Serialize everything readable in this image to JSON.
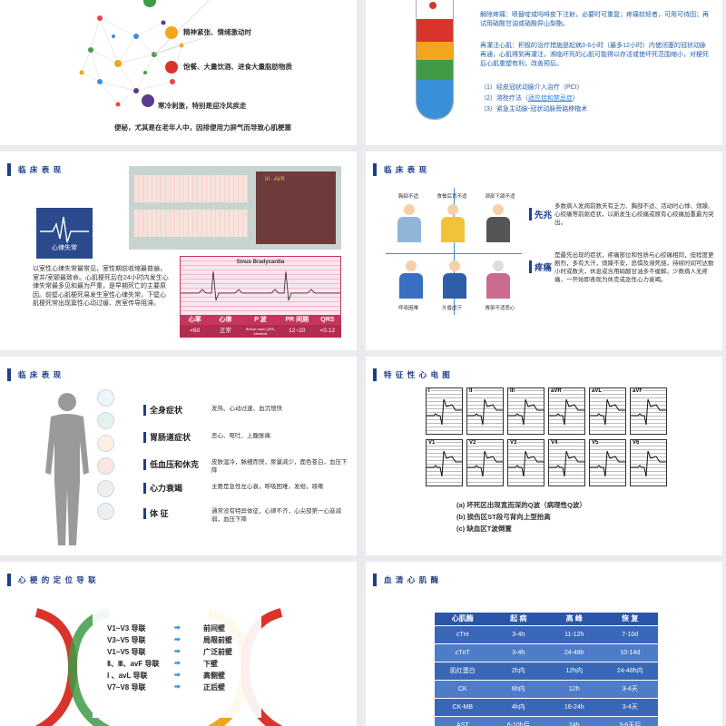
{
  "s1": {
    "items": [
      "精神紧张、情绪激动时",
      "饱餐、大量饮酒、进食大量脂肪物质",
      "寒冷刺激，特别是迎冷风疾走"
    ],
    "footer": "便秘，尤其是在老年人中，因排便用力屏气而导致心肌梗塞",
    "colors": [
      "#3f9b46",
      "#f2a61c",
      "#d9342b",
      "#5b3b8c"
    ]
  },
  "s2": {
    "p1": "解除疼痛：哌替啶或吗啡皮下注射，必要时可重复；疼痛较轻者，可用可待因；再试用硝酸甘油或硝酸异山梨酯。",
    "p2": "再灌注心肌：积极的治疗措施是起病3-6小时（最多12小时）内使闭塞的冠状动脉再通，心肌得到再灌注，濒临坏死的心肌可能得以存活或使坏死范围缩小，对梗死后心肌重塑有利，改善预后。",
    "list": [
      "（1）经皮冠状动脉介入治疗（PCI）",
      "（2）溶栓疗法（"
    ],
    "link": "适应症和禁忌症",
    "close": "）",
    "list3": "（3）紧急主动脉-冠状动脉旁路移植术"
  },
  "s3": {
    "title": "临 床 表 现",
    "icon_label": "心律失常",
    "body": "以室性心律失常最常见，室性期前收缩最普遍，室并/室颤最致命。心肌梗死后在24小时内发生心律失常最多见和最为严重，是早期死亡的主要原因。前壁心肌梗死易发生室性心律失常，下壁心肌梗死常出现窦性心动过缓、房室传导阻滞。",
    "ecg_title": "Sinus Bradycardia",
    "table_headers": [
      "心率",
      "心律",
      "P 波",
      "PR 间期",
      "QRS"
    ],
    "table_values": [
      "<60",
      "正常",
      "Before each QRS, identical",
      "12~20",
      "<0.12"
    ],
    "card_lead": "III · AVR"
  },
  "s4": {
    "title": "临 床 表 现",
    "captions_top": [
      "胸部不适",
      "食餐后背不适",
      "颈部下颌不适"
    ],
    "captions_bottom": [
      "呼吸困难",
      "头昏虚汗",
      "胃部不适恶心"
    ],
    "label1": "先兆",
    "text1": "多数病人发病前数天有乏力、胸部不适、活动时心悸、烦躁、心绞痛等前驱症状，以新发生心绞痛或原有心绞痛加重最为突出。",
    "label2": "疼痛",
    "text2": "是最先出现的症状，疼痛部位和性质与心绞痛相同，但程度更剧烈，多有大汗，烦躁不安，恐惧及濒死感，持续时间可达数小时或数天，休息或含用硝酸甘油多不缓解。少数病人无疼痛，一开始即表现为休克或急性心力衰竭。"
  },
  "s5": {
    "title": "临 床 表 现",
    "rows": [
      {
        "label": "全身症状",
        "text": "发热、心动过速、血沉增快"
      },
      {
        "label": "胃肠道症状",
        "text": "恶心、呕吐、上腹胀痛"
      },
      {
        "label": "低血压和休克",
        "text": "皮肤湿冷，脉细而快，尿量减少，面色苍白，血压下降"
      },
      {
        "label": "心力衰竭",
        "text": "主要是急性左心衰，呼吸困难，发绀，咳嗽"
      },
      {
        "label": "体 征",
        "text": "通常没有特异体征，心律不齐，心尖部第一心音减弱，血压下降"
      }
    ]
  },
  "s6": {
    "title": "特 征 性 心 电 图",
    "leads_top": [
      "I",
      "II",
      "III",
      "aVR",
      "aVL",
      "aVF"
    ],
    "leads_bottom": [
      "V1",
      "V2",
      "V3",
      "V4",
      "V5",
      "V6"
    ],
    "notes": [
      "(a)  坏死区出现宽而深的Q波（病理性Q波）",
      "(b)  损伤区ST段弓背向上型抬高",
      "(c)  缺血区T波倒置"
    ]
  },
  "s7": {
    "title": "心 梗 的 定 位 导 联",
    "leads": [
      "V1~V3 导联",
      "V3~V5 导联",
      "V1~V5 导联",
      "Ⅱ、Ⅲ、avF 导联",
      "Ⅰ 、avL 导联",
      "V7~V8 导联"
    ],
    "sites": [
      "前间壁",
      "局限前壁",
      "广泛前壁",
      "下壁",
      "高侧壁",
      "正后壁"
    ]
  },
  "s8": {
    "title": "血 清 心 肌 酶",
    "headers": [
      "心肌酶",
      "起 病",
      "高 峰",
      "恢 复"
    ],
    "rows": [
      [
        "cTnI",
        "3-4h",
        "11-12h",
        "7-10d"
      ],
      [
        "cTnT",
        "3-4h",
        "24-48h",
        "10-14d"
      ],
      [
        "肌红蛋白",
        "2h内",
        "12h内",
        "24-48h内"
      ],
      [
        "CK",
        "6h内",
        "12h",
        "3-4天"
      ],
      [
        "CK-MB",
        "4h内",
        "16-24h",
        "3-4天"
      ],
      [
        "AST",
        "6-10h后",
        "24h",
        "3-6天后"
      ]
    ]
  }
}
